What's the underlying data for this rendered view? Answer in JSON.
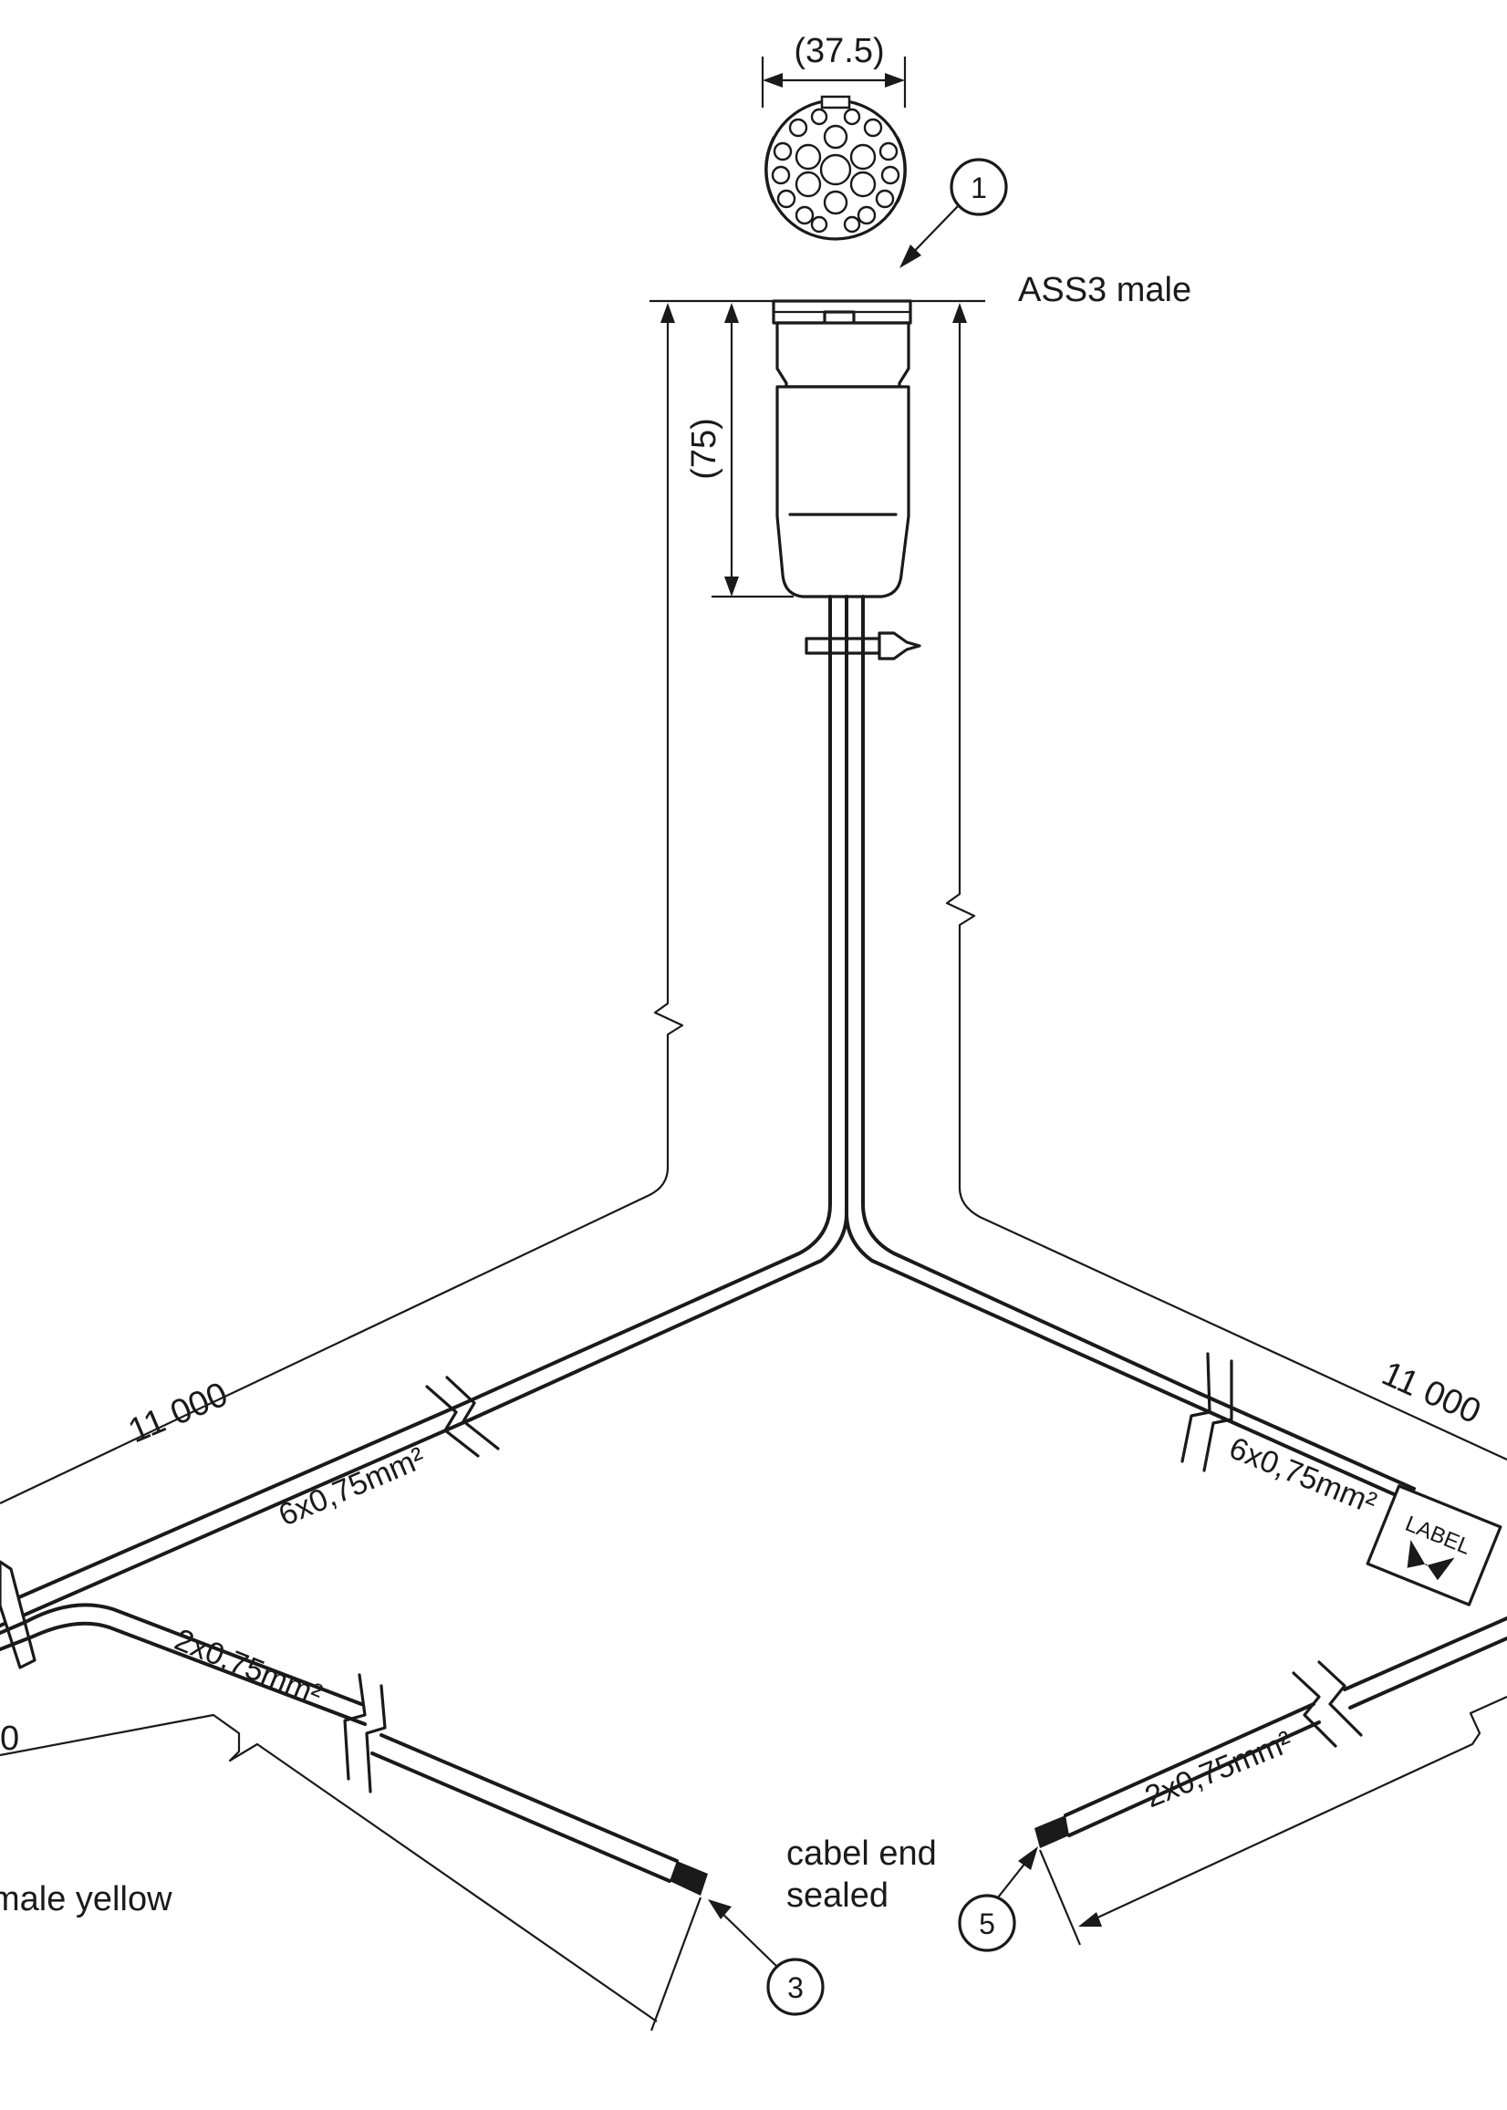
{
  "dimensions": {
    "connector_diameter": "(37.5)",
    "connector_length": "(75)",
    "left_branch_length": "11 000",
    "right_branch_length": "11 000",
    "left_lower_length_partial": "0"
  },
  "labels": {
    "connector_1": "ASS3 male",
    "connector_left_partial": "male yellow",
    "cable_end": "cabel end",
    "cable_end_2": "sealed",
    "cable_left_upper": "6x0,75mm²",
    "cable_left_lower": "2x0,75mm²",
    "cable_right_upper": "6x0,75mm²",
    "cable_right_lower": "2x0,75mm²",
    "label_tag": "LABEL"
  },
  "balloons": [
    {
      "number": "1",
      "refers_to": "ASS3 male"
    },
    {
      "number": "3",
      "refers_to": "cable end left"
    },
    {
      "number": "5",
      "refers_to": "cable end right"
    }
  ]
}
